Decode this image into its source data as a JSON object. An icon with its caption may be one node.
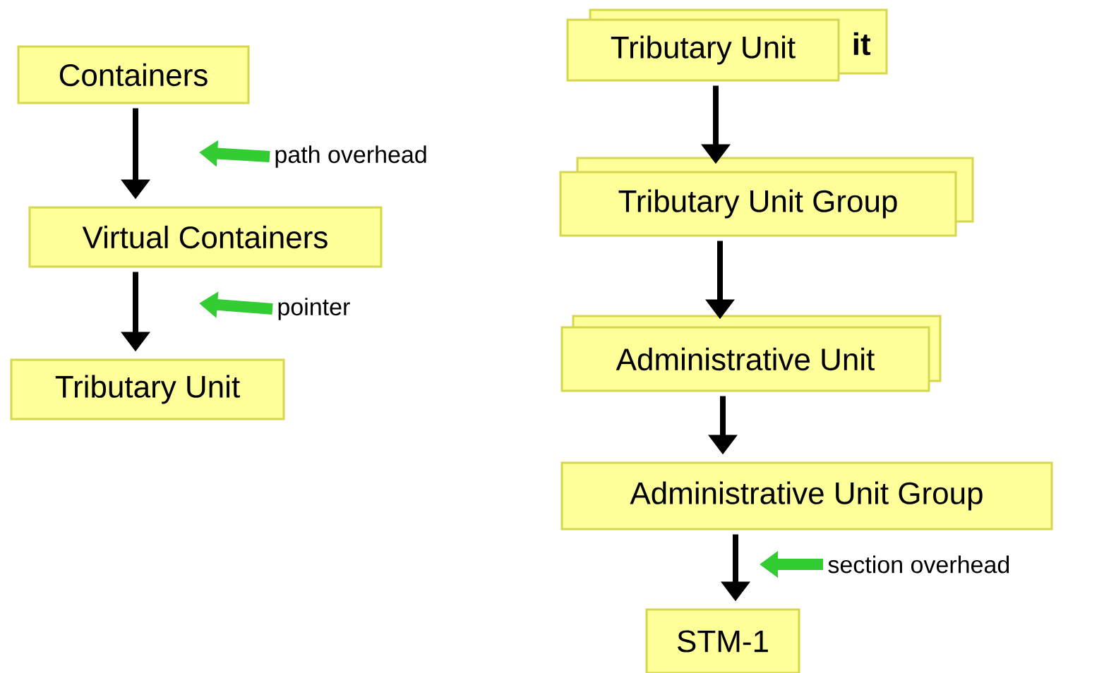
{
  "diagram": {
    "nodes": [
      {
        "text": [
          "Containers"
        ]
      },
      {
        "text": [
          "Virtual Containers"
        ]
      },
      {
        "text": [
          "Tributary Unit"
        ]
      },
      {
        "text": [
          "Tributary Unit"
        ]
      },
      {
        "text": [
          "Tributary Unit Group"
        ]
      },
      {
        "text": [
          "Administrative Unit"
        ]
      },
      {
        "text": [
          "Administrative Unit Group"
        ]
      },
      {
        "text": [
          "STM-1"
        ]
      },
      {
        "text": [
          "path overhead"
        ]
      },
      {
        "text": [
          "pointer"
        ]
      },
      {
        "text": [
          "section overhead"
        ]
      }
    ],
    "edges": [
      {
        "from": 0,
        "to": 1,
        "arrow": "to"
      },
      {
        "from": 1,
        "to": 2,
        "arrow": "to"
      },
      {
        "from": 3,
        "to": 4,
        "arrow": "to"
      },
      {
        "from": 4,
        "to": 5,
        "arrow": "to"
      },
      {
        "from": 5,
        "to": 6,
        "arrow": "to"
      },
      {
        "from": 6,
        "to": 7,
        "arrow": "to"
      },
      {
        "from": 8,
        "to": null,
        "arrow": "to",
        "style": "thick",
        "color": "#33cc33"
      },
      {
        "from": 9,
        "to": null,
        "arrow": "to",
        "style": "thick",
        "color": "#33cc33"
      },
      {
        "from": 10,
        "to": null,
        "arrow": "to",
        "style": "thick",
        "color": "#33cc33"
      }
    ],
    "labels": [
      "it"
    ]
  }
}
